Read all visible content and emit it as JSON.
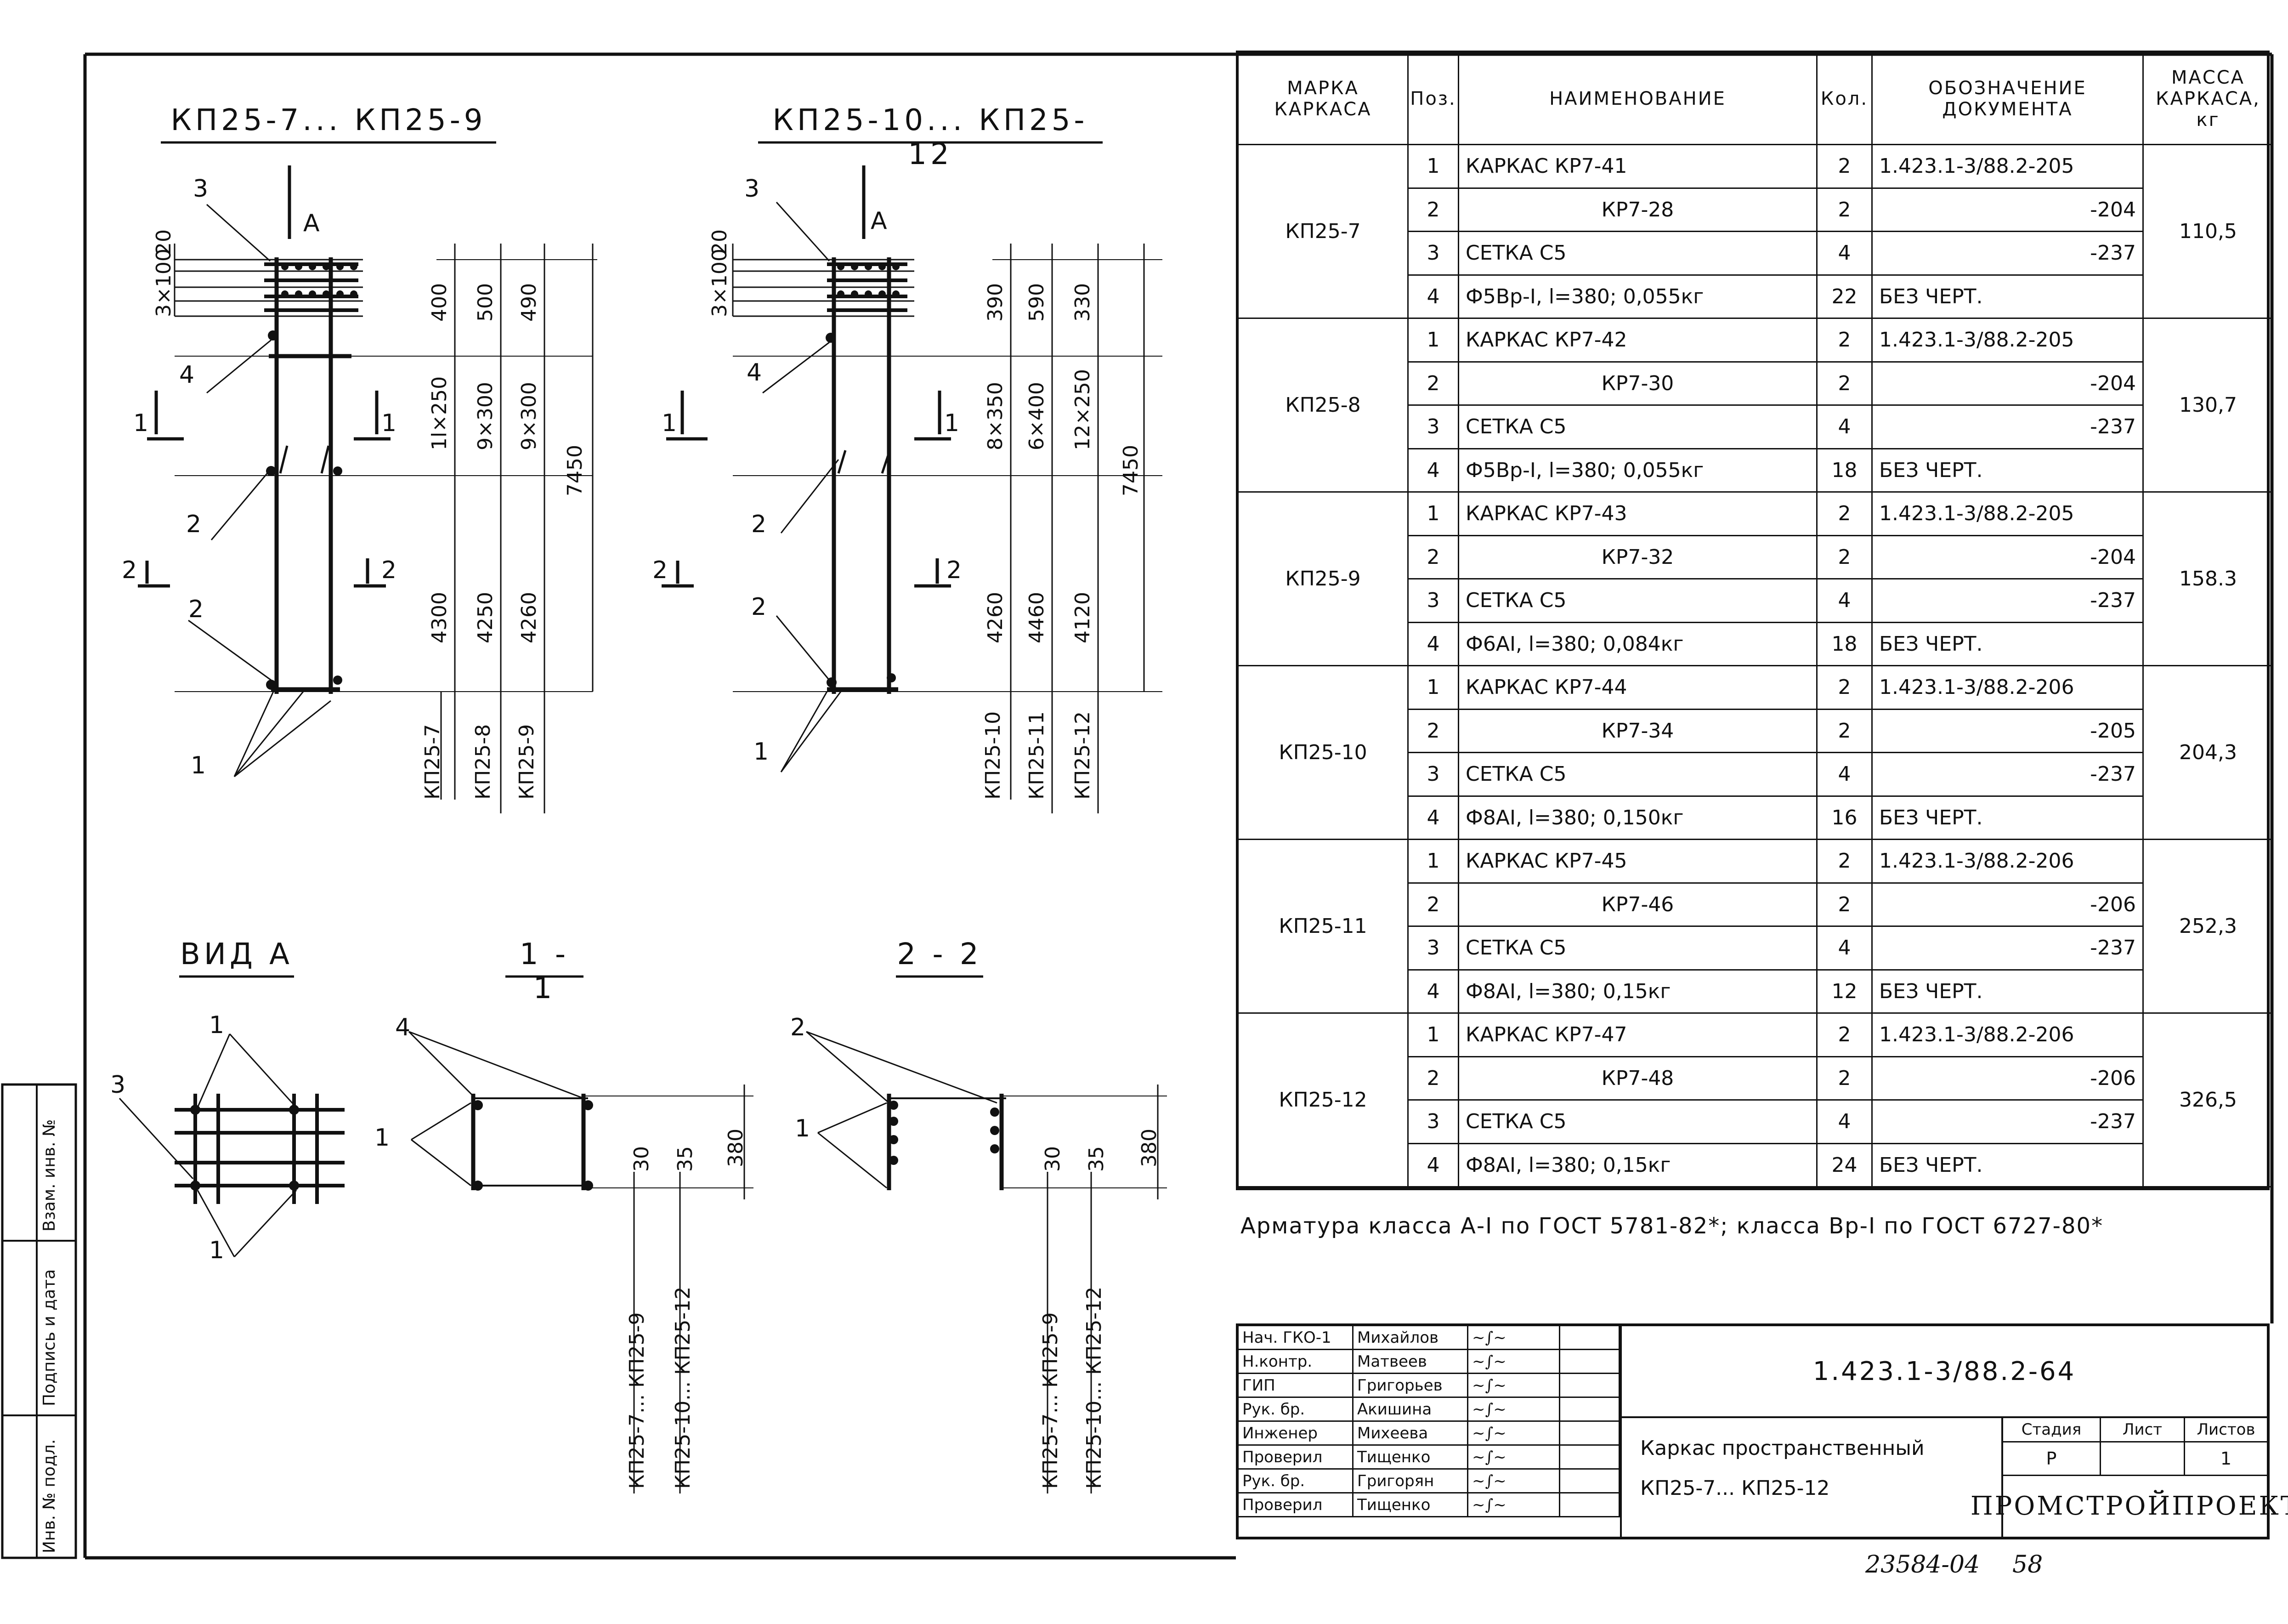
{
  "views": {
    "left_title": "КП25-7... КП25-9",
    "right_title": "КП25-10... КП25-12",
    "vid_a": "ВИД А",
    "sec_11": "1 - 1",
    "sec_22": "2 - 2",
    "mark_a": "А",
    "left": {
      "top_dim": "20",
      "step_dim": "3×100",
      "col1": [
        "400",
        "1l×250",
        "4300"
      ],
      "col2": [
        "500",
        "9×300",
        "4250"
      ],
      "col3": [
        "490",
        "9×300",
        "4260"
      ],
      "total": "7450",
      "marks": [
        "КП25-7",
        "КП25-8",
        "КП25-9"
      ]
    },
    "right": {
      "top_dim": "20",
      "step_dim": "3×100",
      "col1": [
        "390",
        "8×350",
        "4260"
      ],
      "col2": [
        "590",
        "6×400",
        "4460"
      ],
      "col3": [
        "330",
        "12×250",
        "4120"
      ],
      "total": "7450",
      "marks": [
        "КП25-10",
        "КП25-11",
        "КП25-12"
      ]
    },
    "callouts": {
      "c1": "1",
      "c2": "2",
      "c3": "3",
      "c4": "4"
    },
    "section_dims": {
      "d30": "30",
      "d35": "35",
      "d380": "380"
    },
    "section_marks": {
      "a": "КП25-7... КП25-9",
      "b": "КП25-10... КП25-12"
    }
  },
  "spec": {
    "headers": [
      "МАРКА КАРКАСА",
      "Поз.",
      "НАИМЕНОВАНИЕ",
      "Кол.",
      "ОБОЗНАЧЕНИЕ ДОКУМЕНТА",
      "МАССА КАРКАСА, кг"
    ],
    "groups": [
      {
        "mark": "КП25-7",
        "mass": "110,5",
        "rows": [
          [
            "1",
            "КАРКАС КР7-41",
            "2",
            "1.423.1-3/88.2-205"
          ],
          [
            "2",
            "КР7-28",
            "2",
            "-204"
          ],
          [
            "3",
            "СЕТКА С5",
            "4",
            "-237"
          ],
          [
            "4",
            "Ф5Вр-I, l=380; 0,055кг",
            "22",
            "БЕЗ ЧЕРТ."
          ]
        ]
      },
      {
        "mark": "КП25-8",
        "mass": "130,7",
        "rows": [
          [
            "1",
            "КАРКАС КР7-42",
            "2",
            "1.423.1-3/88.2-205"
          ],
          [
            "2",
            "КР7-30",
            "2",
            "-204"
          ],
          [
            "3",
            "СЕТКА С5",
            "4",
            "-237"
          ],
          [
            "4",
            "Ф5Вр-I, l=380; 0,055кг",
            "18",
            "БЕЗ ЧЕРТ."
          ]
        ]
      },
      {
        "mark": "КП25-9",
        "mass": "158.3",
        "rows": [
          [
            "1",
            "КАРКАС КР7-43",
            "2",
            "1.423.1-3/88.2-205"
          ],
          [
            "2",
            "КР7-32",
            "2",
            "-204"
          ],
          [
            "3",
            "СЕТКА С5",
            "4",
            "-237"
          ],
          [
            "4",
            "Ф6АI, l=380; 0,084кг",
            "18",
            "БЕЗ ЧЕРТ."
          ]
        ]
      },
      {
        "mark": "КП25-10",
        "mass": "204,3",
        "rows": [
          [
            "1",
            "КАРКАС КР7-44",
            "2",
            "1.423.1-3/88.2-206"
          ],
          [
            "2",
            "КР7-34",
            "2",
            "-205"
          ],
          [
            "3",
            "СЕТКА С5",
            "4",
            "-237"
          ],
          [
            "4",
            "Ф8АI, l=380; 0,150кг",
            "16",
            "БЕЗ ЧЕРТ."
          ]
        ]
      },
      {
        "mark": "КП25-11",
        "mass": "252,3",
        "rows": [
          [
            "1",
            "КАРКАС КР7-45",
            "2",
            "1.423.1-3/88.2-206"
          ],
          [
            "2",
            "КР7-46",
            "2",
            "-206"
          ],
          [
            "3",
            "СЕТКА С5",
            "4",
            "-237"
          ],
          [
            "4",
            "Ф8АI, l=380; 0,15кг",
            "12",
            "БЕЗ ЧЕРТ."
          ]
        ]
      },
      {
        "mark": "КП25-12",
        "mass": "326,5",
        "rows": [
          [
            "1",
            "КАРКАС КР7-47",
            "2",
            "1.423.1-3/88.2-206"
          ],
          [
            "2",
            "КР7-48",
            "2",
            "-206"
          ],
          [
            "3",
            "СЕТКА С5",
            "4",
            "-237"
          ],
          [
            "4",
            "Ф8АI, l=380; 0,15кг",
            "24",
            "БЕЗ ЧЕРТ."
          ]
        ]
      }
    ]
  },
  "note": "Арматура класса А-I по ГОСТ 5781-82*; класса Вр-I по ГОСТ 6727-80*",
  "title_block": {
    "people": [
      [
        "Нач. ГКО-1",
        "Михайлов"
      ],
      [
        "Н.контр.",
        "Матвеев"
      ],
      [
        "ГИП",
        "Григорьев"
      ],
      [
        "Рук. бр.",
        "Акишина"
      ],
      [
        "Инженер",
        "Михеева"
      ],
      [
        "Проверил",
        "Тищенко"
      ],
      [
        "Рук. бр.",
        "Григорян"
      ],
      [
        "Проверил",
        "Тищенко"
      ]
    ],
    "doc_code": "1.423.1-3/88.2-64",
    "name_line1": "Каркас пространственный",
    "name_line2": "КП25-7... КП25-12",
    "stage_label": "Стадия",
    "sheet_label": "Лист",
    "sheets_label": "Листов",
    "stage": "Р",
    "sheets": "1",
    "org": "ПРОМСТРОЙПРОЕКТ"
  },
  "side_stamp": [
    "Инв. № подл.",
    "Подпись и дата",
    "Взам. инв. №"
  ],
  "footer": {
    "number": "23584-04",
    "page": "58"
  }
}
